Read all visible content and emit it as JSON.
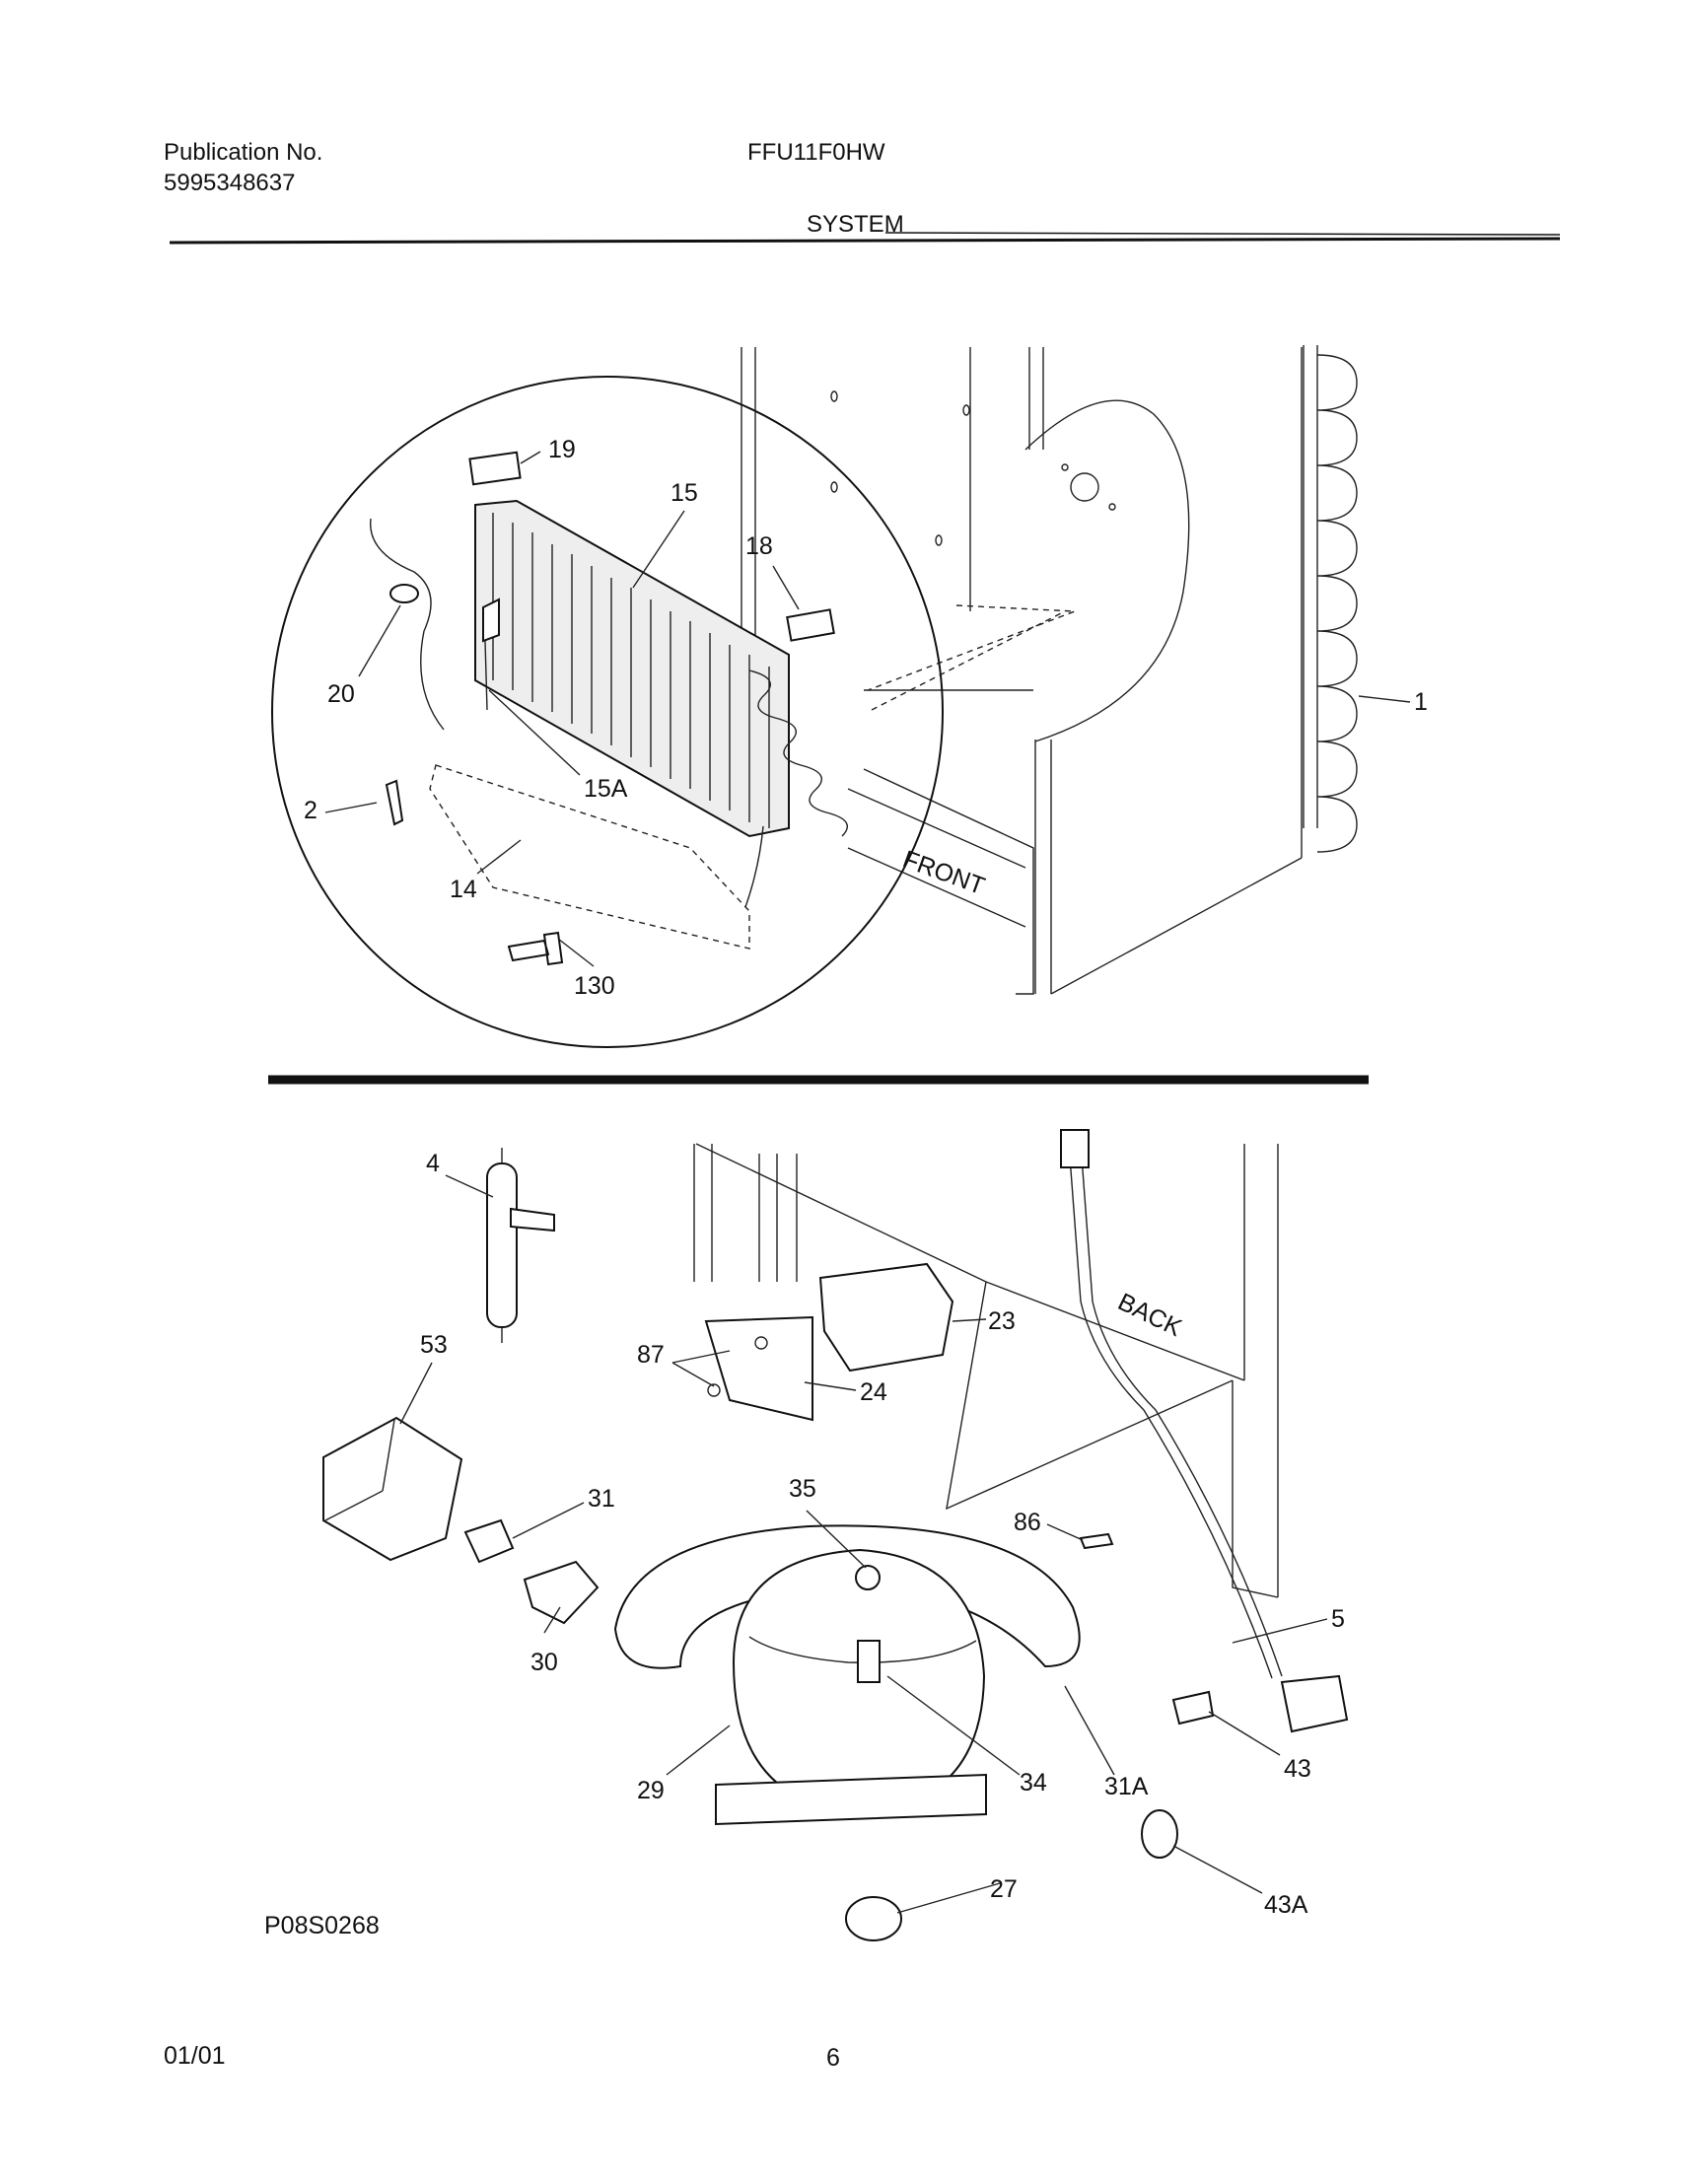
{
  "header": {
    "publication_label": "Publication No.",
    "publication_number": "5995348637",
    "model": "FFU11F0HW",
    "section": "SYSTEM"
  },
  "diagram_top": {
    "part_labels": [
      "19",
      "15",
      "18",
      "20",
      "15A",
      "2",
      "14",
      "130",
      "1"
    ],
    "surface_text": "FRONT"
  },
  "diagram_bottom": {
    "part_labels": [
      "4",
      "53",
      "87",
      "23",
      "24",
      "31",
      "35",
      "86",
      "30",
      "5",
      "29",
      "34",
      "31A",
      "43",
      "27",
      "43A"
    ],
    "surface_text": "BACK"
  },
  "footer": {
    "drawing_id": "P08S0268",
    "date": "01/01",
    "page_number": "6"
  }
}
